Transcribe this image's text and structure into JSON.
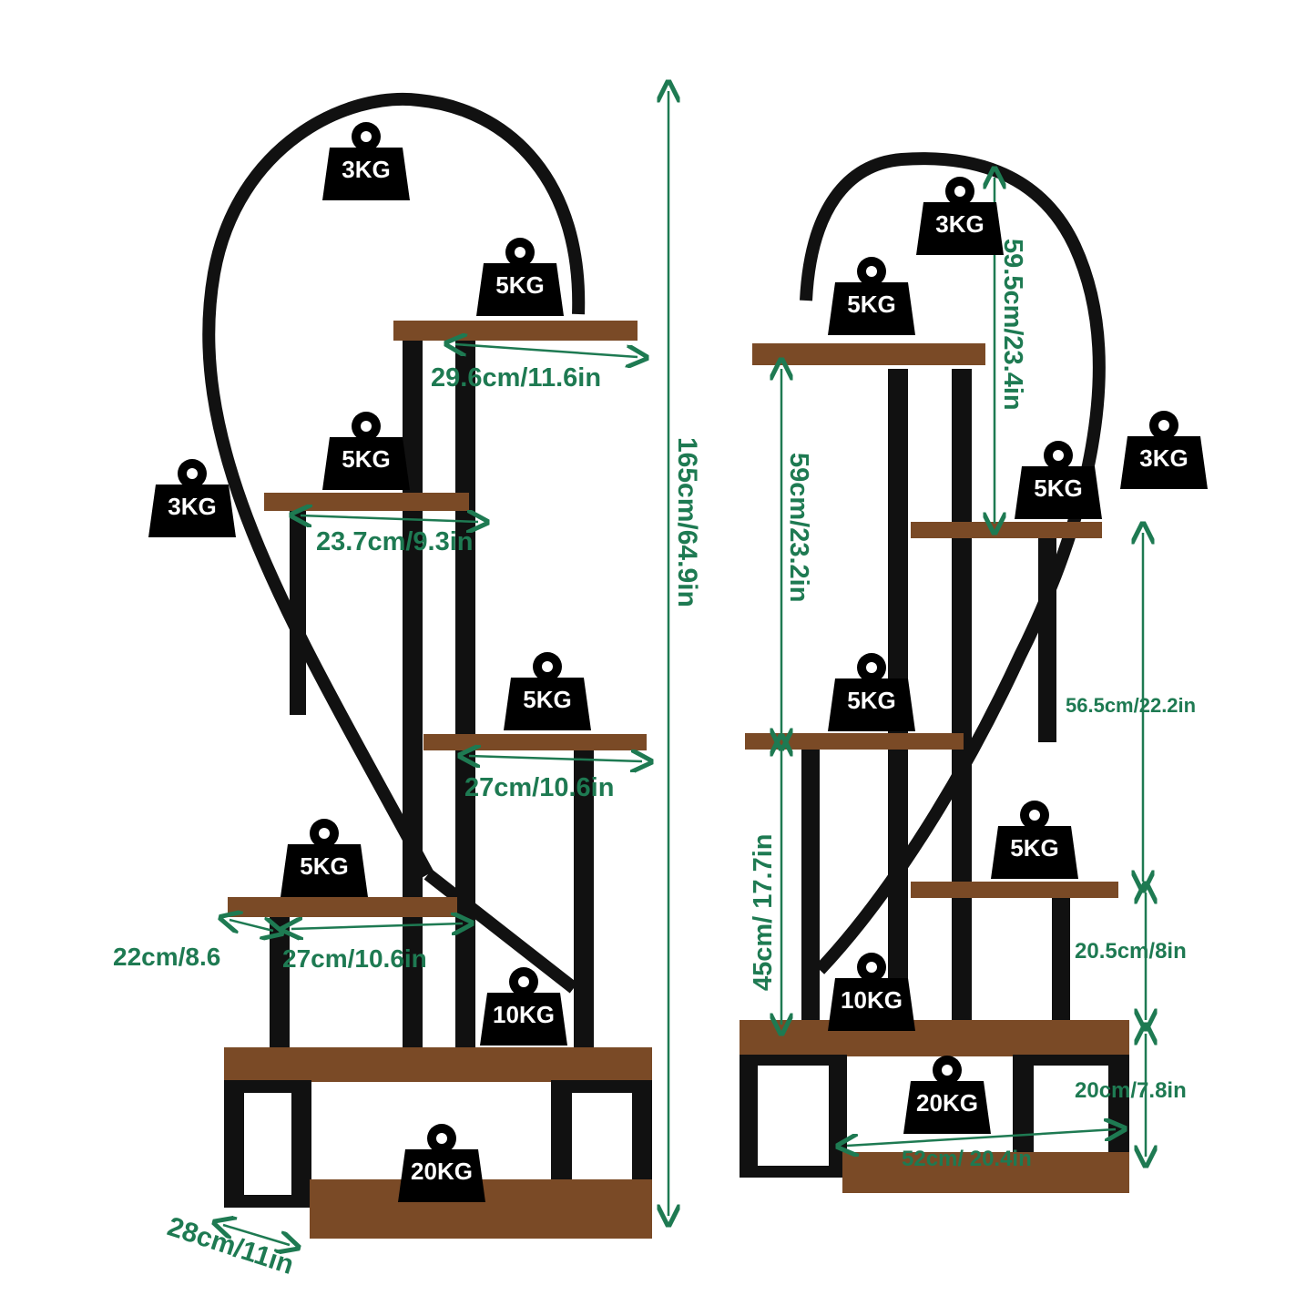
{
  "left_shelf": {
    "height": "165cm/64.9in",
    "top_width": "29.6cm/11.6in",
    "tier2_width": "23.7cm/9.3in",
    "tier3_width": "27cm/10.6in",
    "tier4_depth": "22cm/8.6",
    "tier4_width": "27cm/10.6in",
    "base_depth": "28cm/11in",
    "weights": {
      "arch": "3KG",
      "hook": "3KG",
      "top": "5KG",
      "tier2": "5KG",
      "tier3": "5KG",
      "tier4": "5KG",
      "base_top": "10KG",
      "base": "20KG"
    }
  },
  "right_shelf": {
    "arch_height": "59.5cm/23.4in",
    "upper_height": "59cm/23.2in",
    "lower_height": "45cm/ 17.7in",
    "side_height": "56.5cm/22.2in",
    "side_lower_height": "20.5cm/8in",
    "base_height": "20cm/7.8in",
    "base_width": "52cm/ 20.4in",
    "weights": {
      "arch": "3KG",
      "hook": "3KG",
      "top": "5KG",
      "side_upper": "5KG",
      "middle": "5KG",
      "side_lower": "5KG",
      "base_top": "10KG",
      "base": "20KG"
    }
  },
  "colors": {
    "dimension": "#1e7a52",
    "wood": "#7a4a26",
    "metal": "#111111",
    "weight_icon": "#000000"
  }
}
